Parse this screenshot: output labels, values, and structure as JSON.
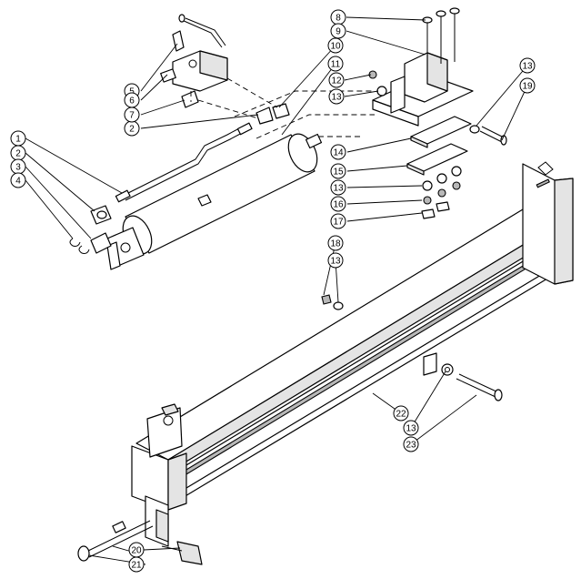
{
  "diagram": {
    "callouts": [
      {
        "id": "c1",
        "number": "1"
      },
      {
        "id": "c2a",
        "number": "2"
      },
      {
        "id": "c2b",
        "number": "2"
      },
      {
        "id": "c3",
        "number": "3"
      },
      {
        "id": "c4",
        "number": "4"
      },
      {
        "id": "c5",
        "number": "5"
      },
      {
        "id": "c6",
        "number": "6"
      },
      {
        "id": "c7",
        "number": "7"
      },
      {
        "id": "c8",
        "number": "8"
      },
      {
        "id": "c9",
        "number": "9"
      },
      {
        "id": "c10",
        "number": "10"
      },
      {
        "id": "c11",
        "number": "11"
      },
      {
        "id": "c12",
        "number": "12"
      },
      {
        "id": "c13a",
        "number": "13"
      },
      {
        "id": "c13b",
        "number": "13"
      },
      {
        "id": "c13c",
        "number": "13"
      },
      {
        "id": "c13d",
        "number": "13"
      },
      {
        "id": "c13e",
        "number": "13"
      },
      {
        "id": "c14",
        "number": "14"
      },
      {
        "id": "c15",
        "number": "15"
      },
      {
        "id": "c16",
        "number": "16"
      },
      {
        "id": "c17",
        "number": "17"
      },
      {
        "id": "c18",
        "number": "18"
      },
      {
        "id": "c19",
        "number": "19"
      },
      {
        "id": "c20",
        "number": "20"
      },
      {
        "id": "c21",
        "number": "21"
      },
      {
        "id": "c22",
        "number": "22"
      },
      {
        "id": "c23",
        "number": "23"
      }
    ]
  }
}
